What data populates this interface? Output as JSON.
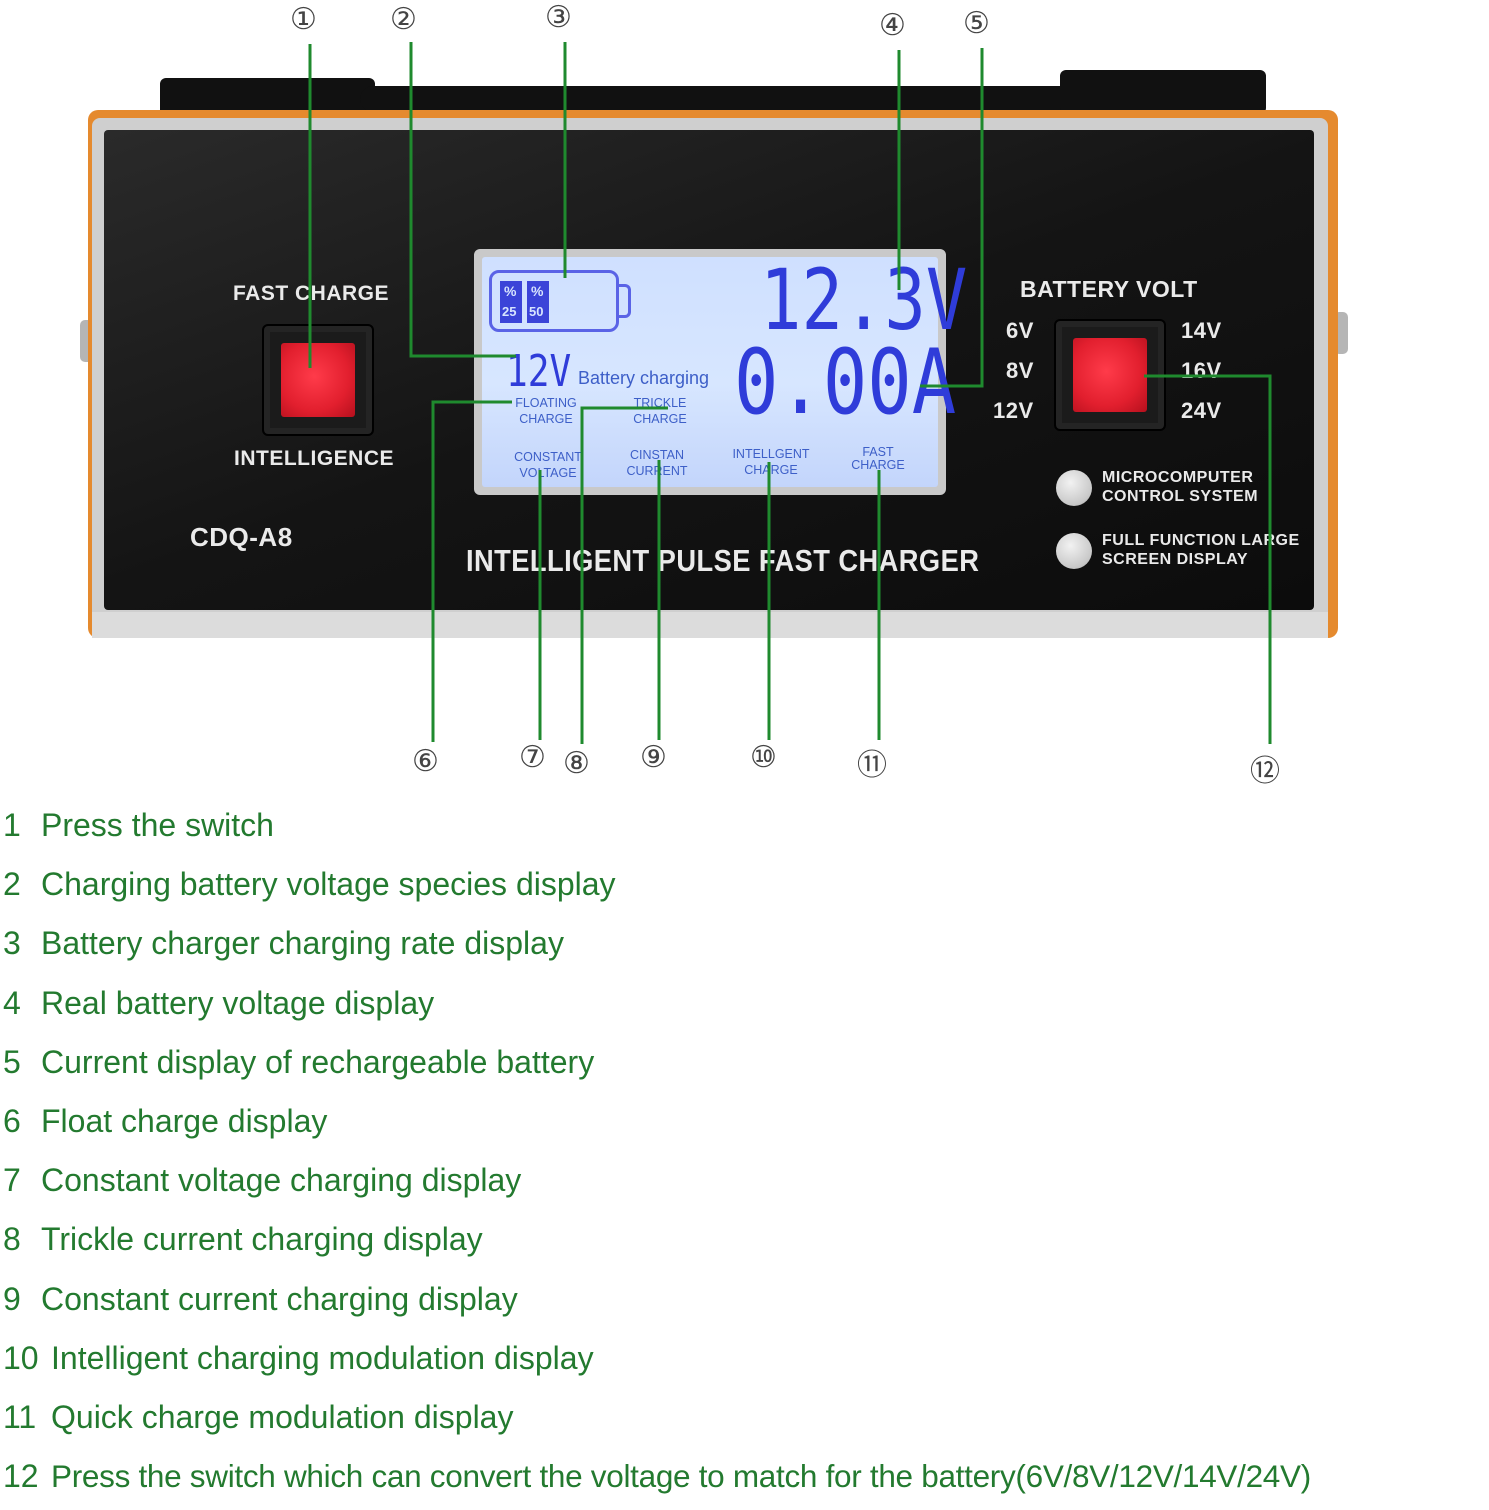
{
  "device": {
    "left_button_top_label": "FAST CHARGE",
    "left_button_bottom_label": "INTELLIGENCE",
    "model": "CDQ-A8",
    "product_name": "INTELLIGENT PULSE FAST CHARGER",
    "battery_volt_label": "BATTERY VOLT",
    "volt_options_left": [
      "6V",
      "8V",
      "12V"
    ],
    "volt_options_right": [
      "14V",
      "16V",
      "24V"
    ],
    "indicator_1": [
      "MICROCOMPUTER",
      "CONTROL SYSTEM"
    ],
    "indicator_2": [
      "FULL FUNCTION LARGE",
      "SCREEN DISPLAY"
    ]
  },
  "lcd": {
    "pct_a": "%",
    "pct_a_val": "25",
    "pct_b": "%",
    "pct_b_val": "50",
    "voltage": "12.3V",
    "current": "0.00A",
    "battery_type": "12V",
    "status": "Battery charging",
    "floating_charge": [
      "FLOATING",
      "CHARGE"
    ],
    "trickle_charge": [
      "TRICKLE",
      "CHARGE"
    ],
    "constant_voltage": [
      "CONSTANT",
      "VOLTAGE"
    ],
    "constant_current": [
      "CINSTAN",
      "CURRENT"
    ],
    "intelligent_charge": [
      "INTELLGENT",
      "CHARGE"
    ],
    "fast_charge": [
      "FAST",
      "CHARGE"
    ]
  },
  "callouts": [
    "①",
    "②",
    "③",
    "④",
    "⑤",
    "⑥",
    "⑦",
    "⑧",
    "⑨",
    "⑩",
    "⑪",
    "⑫"
  ],
  "legend": [
    {
      "num": "1",
      "text": "Press the switch"
    },
    {
      "num": "2",
      "text": "Charging battery voltage species display"
    },
    {
      "num": "3",
      "text": "Battery charger charging rate display"
    },
    {
      "num": "4",
      "text": "Real battery voltage display"
    },
    {
      "num": "5",
      "text": "Current display of rechargeable battery"
    },
    {
      "num": "6",
      "text": "Float charge display"
    },
    {
      "num": "7",
      "text": "Constant voltage charging display"
    },
    {
      "num": "8",
      "text": "Trickle current charging display"
    },
    {
      "num": "9",
      "text": "Constant current charging display"
    },
    {
      "num": "10",
      "text": "Intelligent charging modulation display"
    },
    {
      "num": "11",
      "text": "Quick charge modulation display"
    },
    {
      "num": "12",
      "text": "Press the switch which can convert the voltage to match for the battery(6V/8V/12V/14V/24V)"
    }
  ],
  "colors": {
    "legend_text": "#237a2f",
    "leader_line": "#1f8a2e",
    "lcd_digits": "#2f3cd9",
    "shell_orange": "#e58a2e",
    "button_red": "#e21f2e"
  }
}
